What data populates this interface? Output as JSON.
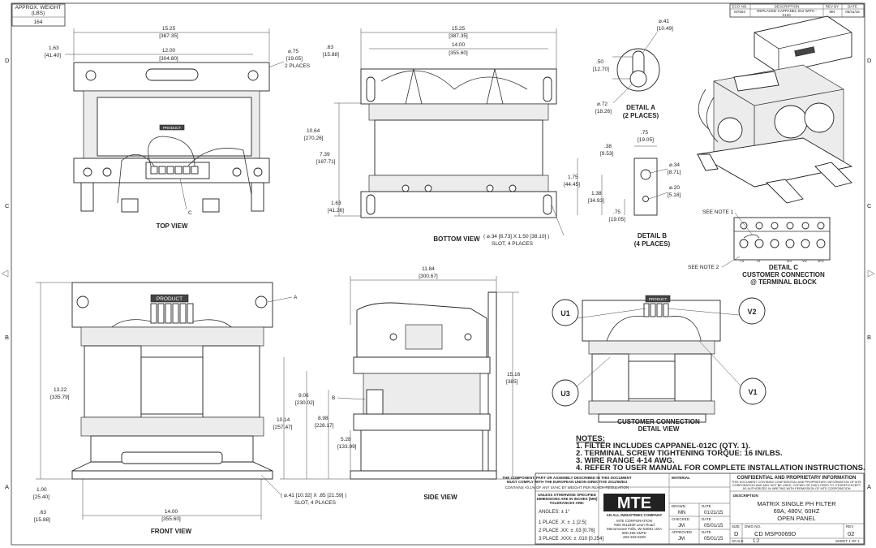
{
  "weight": {
    "label_line1": "APPROX. WEIGHT",
    "label_line2": "(LBS)",
    "value": "164"
  },
  "revision_block": {
    "headers": [
      "ECO NO.",
      "DESCRIPTION",
      "REV BY",
      "DATE"
    ],
    "eco": "M7604",
    "description_line1": "REPLACED CAPPANEL-012 WITH -",
    "description_line2": "012C",
    "rev_by": "MN",
    "date": "06/31/16"
  },
  "zones": {
    "rows": [
      "D",
      "C",
      "B",
      "A"
    ]
  },
  "top_view": {
    "title": "TOP VIEW",
    "label_product": "PRODUCT",
    "callout_c": "C",
    "dims": {
      "width_in": "15.25",
      "width_mm": "[387.35]",
      "inner_in": "12.00",
      "inner_mm": "[304.80]",
      "left_in": "1.63",
      "left_mm": "[41.40]",
      "hole_in": "⌀.75",
      "hole_mm": "[19.05]",
      "hole_note": "2 PLACES"
    }
  },
  "bottom_view": {
    "title": "BOTTOM VIEW",
    "slot_note": "( ⌀.34 [8.73] X 1.50 [38.10] )",
    "slot_places": "SLOT, 4 PLACES",
    "dims": {
      "width_in": "15.25",
      "width_mm": "[387.35]",
      "inner_in": "14.00",
      "inner_mm": "[355.60]",
      "top_in": ".63",
      "top_mm": "[15.88]",
      "h1_in": "10.64",
      "h1_mm": "[270.26]",
      "h2_in": "7.39",
      "h2_mm": "[187.71]",
      "h3_in": "1.63",
      "h3_mm": "[41.26]"
    }
  },
  "detail_a": {
    "title": "DETAIL A",
    "subtitle": "(2 PLACES)",
    "d1_in": "⌀.41",
    "d1_mm": "[10.49]",
    "d2_in": ".50",
    "d2_mm": "[12.70]",
    "d3_in": "⌀.72",
    "d3_mm": "[18.26]"
  },
  "detail_b": {
    "title": "DETAIL B",
    "subtitle": "(4 PLACES)",
    "w_in": ".75",
    "w_mm": "[19.05]",
    "l_in": ".38",
    "l_mm": "[9.53]",
    "hole_in": "⌀.34",
    "hole_mm": "[8.71]",
    "hole2_in": "⌀.20",
    "hole2_mm": "[5.18]",
    "h1_in": "1.75",
    "h1_mm": "[44.45]",
    "h2_in": "1.38",
    "h2_mm": "[34.93]",
    "h3_in": ".75",
    "h3_mm": "[19.05]"
  },
  "detail_c": {
    "title": "DETAIL C",
    "subtitle1": "CUSTOMER CONNECTION",
    "subtitle2": "@ TERMINAL BLOCK",
    "note1": "SEE NOTE 1",
    "note2": "SEE NOTE 2",
    "terminals": [
      "T1",
      "T2",
      "U3",
      "V3",
      "JP2"
    ]
  },
  "front_view": {
    "title": "FRONT VIEW",
    "label_product": "PRODUCT",
    "callout_a": "A",
    "slot_note": "( ⌀.41 [10.32] X .85 [21.59] )",
    "slot_places": "SLOT, 4 PLACES",
    "dims": {
      "height_in": "13.22",
      "height_mm": "[335.79]",
      "b1_in": "1.00",
      "b1_mm": "[25.40]",
      "b2_in": ".63",
      "b2_mm": "[15.88]",
      "width_in": "14.00",
      "width_mm": "[355.60]"
    }
  },
  "side_view": {
    "title": "SIDE VIEW",
    "callout_b": "B",
    "dims": {
      "width_in": "11.84",
      "width_mm": "[300.67]",
      "h_total_in": "15.16",
      "h_total_mm": "[385]",
      "h1_in": "10.14",
      "h1_mm": "[257.47]",
      "h2_in": "9.06",
      "h2_mm": "[230.02]",
      "h3_in": "8.98",
      "h3_mm": "[228.17]",
      "h4_in": "5.28",
      "h4_mm": "[133.99]"
    }
  },
  "customer_connection": {
    "title_line1": "CUSTOMER CONNECTION",
    "title_line2": "DETAIL VIEW",
    "label_product": "PRODUCT",
    "terminals": [
      "U1",
      "V2",
      "U3",
      "V1"
    ]
  },
  "notes": {
    "heading": "NOTES:",
    "items": [
      "1.  FILTER INCLUDES CAPPANEL-012C (QTY. 1).",
      "2.  TERMINAL SCREW TIGHTENING TORQUE: 16 IN/LBS.",
      "3.  WIRE RANGE 4-14 AWG.",
      "4.  REFER TO USER MANUAL FOR COMPLETE INSTALLATION INSTRUCTIONS."
    ]
  },
  "title_block": {
    "compliance_line1": "THE COMPONENT, PART OR ASSEMBLY DESCRIBED IN THIS DOCUMENT",
    "compliance_line2": "MUST COMPLY WITH THE EUROPEAN UNION DIRECTIVE 2011/65/EU",
    "compliance_line3": "CONTAINS <0.1% OF ANY SVHC BY WEIGHT PER REACH REGULATION",
    "unless_line1": "UNLESS OTHERWISE SPECIFIED",
    "unless_line2": "DIMENSIONS ARE IN INCHES [MM]",
    "unless_line3": "TOLERANCES ARE:",
    "angles": "ANGLES: ± 1°",
    "place1": "1 PLACE .X: ± .1 [2.5]",
    "place2": "2 PLACE .XX: ± .03 [0.76]",
    "place3": "3 PLACE .XXX: ± .010 [0.254]",
    "logo": "MTE",
    "logo_sub": "AN ALL INDUSTRIES COMPANY",
    "address_line1": "MTE CORPORATION",
    "address_line2": "N83 W13330 Leon Road",
    "address_line3": "Menomonee Falls, WI 53051 USA",
    "address_line4": "800-455-4MTE",
    "address_line5": "262-253-8200",
    "material_label": "MATERIAL",
    "drawn_label": "DRAWN",
    "drawn_by": "MN",
    "drawn_date": "01/21/15",
    "checked_label": "CHECKED",
    "checked_by": "JM",
    "checked_date": "05/01/15",
    "approved_label": "APPROVED",
    "approved_by": "JM",
    "approved_date": "05/01/15",
    "date_label": "DATE",
    "confidential_title": "CONFIDENTIAL AND PROPRIETARY INFORMATION",
    "confidential_line1": "THIS DOCUMENT CONTAINS CONFIDENTIAL AND PROPRIETARY INFORMATION OF MTE",
    "confidential_line2": "CORPORATION AND MAY NOT BE USED, COPIED OR DISCLOSED TO OTHERS EXCEPT",
    "confidential_line3": "AS AUTHORIZED IN WRITING WITH PERMISSION OF MTE CORPORATION",
    "description_label": "DESCRIPTION",
    "desc_line1": "MATRIX SINGLE PH FILTER",
    "desc_line2": "69A, 480V, 60HZ",
    "desc_line3": "OPEN PANEL",
    "size_label": "SIZE",
    "size": "D",
    "dwg_label": "DWG NO.",
    "dwg_no": "CD MSP0069D",
    "rev_label": "REV",
    "rev": "02",
    "scale_label": "SCALE",
    "scale": "1:2",
    "sheet": "SHEET 1 OF 1"
  }
}
